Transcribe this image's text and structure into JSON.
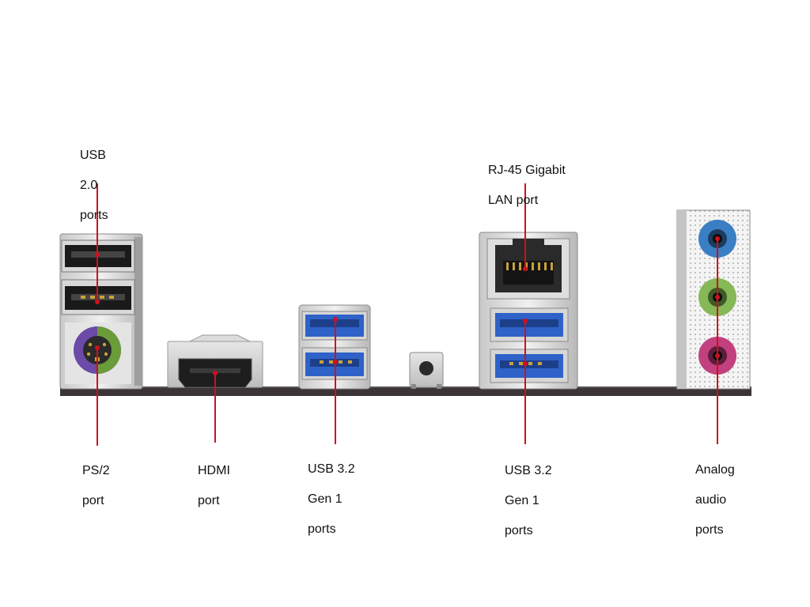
{
  "colors": {
    "background": "#ffffff",
    "leader_line": "#d0101c",
    "usb2_port": "#1a1a1a",
    "usb3_port": "#2f62c8",
    "ps2_port": "#6a9c3a",
    "ps2_port_mouse": "#6b4aa8",
    "audio_blue": "#3a7fc4",
    "audio_green": "#86b857",
    "audio_pink": "#c2407e",
    "io_panel": "#d6d6d6",
    "baseboard": "#3b3438"
  },
  "labels": {
    "usb20": {
      "lines": [
        "USB",
        "2.0",
        "ports"
      ]
    },
    "rj45": {
      "lines": [
        "RJ-45 Gigabit",
        "LAN port"
      ]
    },
    "ps2": {
      "lines": [
        "PS/2",
        "port"
      ]
    },
    "hdmi": {
      "lines": [
        "HDMI",
        "port"
      ]
    },
    "usb32_left": {
      "lines": [
        "USB 3.2",
        "Gen 1",
        "ports"
      ]
    },
    "usb32_right": {
      "lines": [
        "USB 3.2",
        "Gen 1",
        "ports"
      ]
    },
    "audio": {
      "lines": [
        "Analog",
        "audio",
        "ports"
      ]
    }
  },
  "connectors": [
    {
      "id": "usb20",
      "icon": "usb-a-port-black-icon",
      "count": 2
    },
    {
      "id": "ps2",
      "icon": "ps2-combo-port-icon",
      "count": 1
    },
    {
      "id": "hdmi",
      "icon": "hdmi-port-icon",
      "count": 1
    },
    {
      "id": "usb32_left",
      "icon": "usb-a-port-blue-icon",
      "count": 2
    },
    {
      "id": "bios_flash_button",
      "icon": "push-button-icon",
      "count": 1
    },
    {
      "id": "rj45",
      "icon": "rj45-port-icon",
      "count": 1
    },
    {
      "id": "usb32_right",
      "icon": "usb-a-port-blue-icon",
      "count": 2
    },
    {
      "id": "audio",
      "icon": "audio-jack-icon",
      "count": 3
    }
  ]
}
